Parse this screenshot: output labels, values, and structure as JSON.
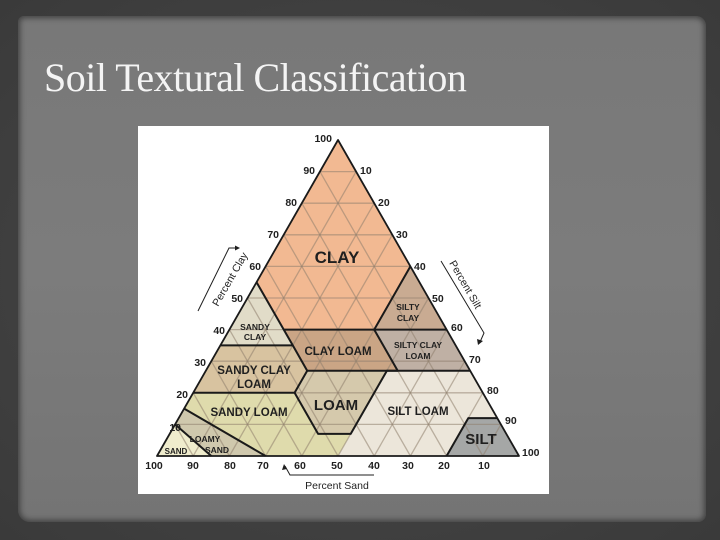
{
  "slide": {
    "title": "Soil Textural Classification"
  },
  "diagram": {
    "type": "ternary-soil-texture-triangle",
    "axes": {
      "clay": {
        "label": "Percent Clay",
        "ticks": [
          "10",
          "20",
          "30",
          "40",
          "50",
          "60",
          "70",
          "80",
          "90",
          "100"
        ]
      },
      "silt": {
        "label": "Percent Silt",
        "ticks": [
          "10",
          "20",
          "30",
          "40",
          "50",
          "60",
          "70",
          "80",
          "90",
          "100"
        ]
      },
      "sand": {
        "label": "Percent Sand",
        "ticks": [
          "100",
          "90",
          "80",
          "70",
          "60",
          "50",
          "40",
          "30",
          "20",
          "10"
        ]
      }
    },
    "regions": {
      "clay": {
        "label": "CLAY",
        "color": "#f2b992"
      },
      "silty_clay": {
        "label_1": "SILTY",
        "label_2": "CLAY",
        "color": "#c9ab92"
      },
      "silty_clay_loam": {
        "label_1": "SILTY CLAY",
        "label_2": "LOAM",
        "color": "#bfb0a4"
      },
      "clay_loam": {
        "label": "CLAY LOAM",
        "color": "#caa585"
      },
      "sandy_clay": {
        "label_1": "SANDY",
        "label_2": "CLAY",
        "color": "#e1dcc8"
      },
      "sandy_clay_loam": {
        "label_1": "SANDY CLAY",
        "label_2": "LOAM",
        "color": "#d8c3a0"
      },
      "loam": {
        "label": "LOAM",
        "color": "#d5c9ac"
      },
      "silt_loam": {
        "label": "SILT LOAM",
        "color": "#ece6da"
      },
      "silt": {
        "label": "SILT",
        "color": "#a5a7a6"
      },
      "sandy_loam": {
        "label": "SANDY LOAM",
        "color": "#dfdbac"
      },
      "loamy_sand": {
        "label_1": "LOAMY",
        "label_2": "SAND",
        "color": "#cfc8ad"
      },
      "sand": {
        "label": "SAND",
        "color": "#efeccd"
      }
    }
  }
}
